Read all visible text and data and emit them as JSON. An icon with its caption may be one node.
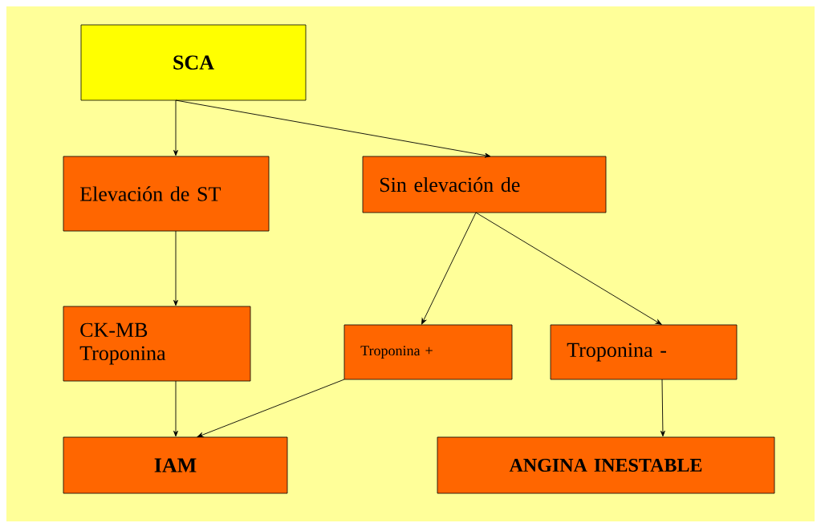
{
  "diagram": {
    "nodes": [
      {
        "text": [
          "SCA"
        ]
      },
      {
        "text": [
          "Elevación de ST"
        ]
      },
      {
        "text": [
          "Sin elevación de"
        ]
      },
      {
        "text": [
          "CK-MB Troponina"
        ]
      },
      {
        "text": [
          "Troponina +"
        ]
      },
      {
        "text": [
          "Troponina -"
        ]
      },
      {
        "text": [
          "IAM"
        ]
      },
      {
        "text": [
          "ANGINA INESTABLE"
        ]
      }
    ],
    "edges": [
      {
        "from": 0,
        "to": 1,
        "arrow": "to"
      },
      {
        "from": 0,
        "to": 2,
        "arrow": "to"
      },
      {
        "from": 1,
        "to": 3,
        "arrow": "to"
      },
      {
        "from": 2,
        "to": 4,
        "arrow": "to"
      },
      {
        "from": 2,
        "to": 5,
        "arrow": "to"
      },
      {
        "from": 3,
        "to": 6,
        "arrow": "to"
      },
      {
        "from": 4,
        "to": 6,
        "arrow": "to"
      },
      {
        "from": 5,
        "to": 7,
        "arrow": "to"
      }
    ]
  }
}
